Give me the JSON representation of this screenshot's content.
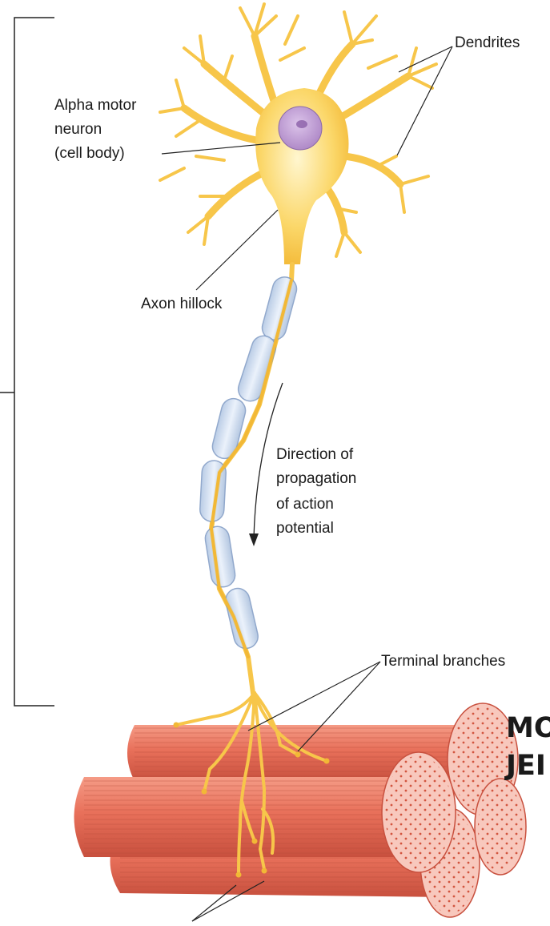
{
  "labels": {
    "dendrites": "Dendrites",
    "cell_body": [
      "Alpha motor",
      "neuron",
      "(cell body)"
    ],
    "axon_hillock": "Axon hillock",
    "direction": [
      "Direction of",
      "propagation",
      "of action",
      "potential"
    ],
    "terminal_branches": "Terminal branches"
  },
  "overlay_text": [
    "MO",
    "JEI"
  ],
  "colors": {
    "neuron": "#f7c64a",
    "nucleus": "#b48cc8",
    "myelin": "#c8d8ee",
    "muscle": "#e4705c",
    "text": "#1a1a1a"
  }
}
